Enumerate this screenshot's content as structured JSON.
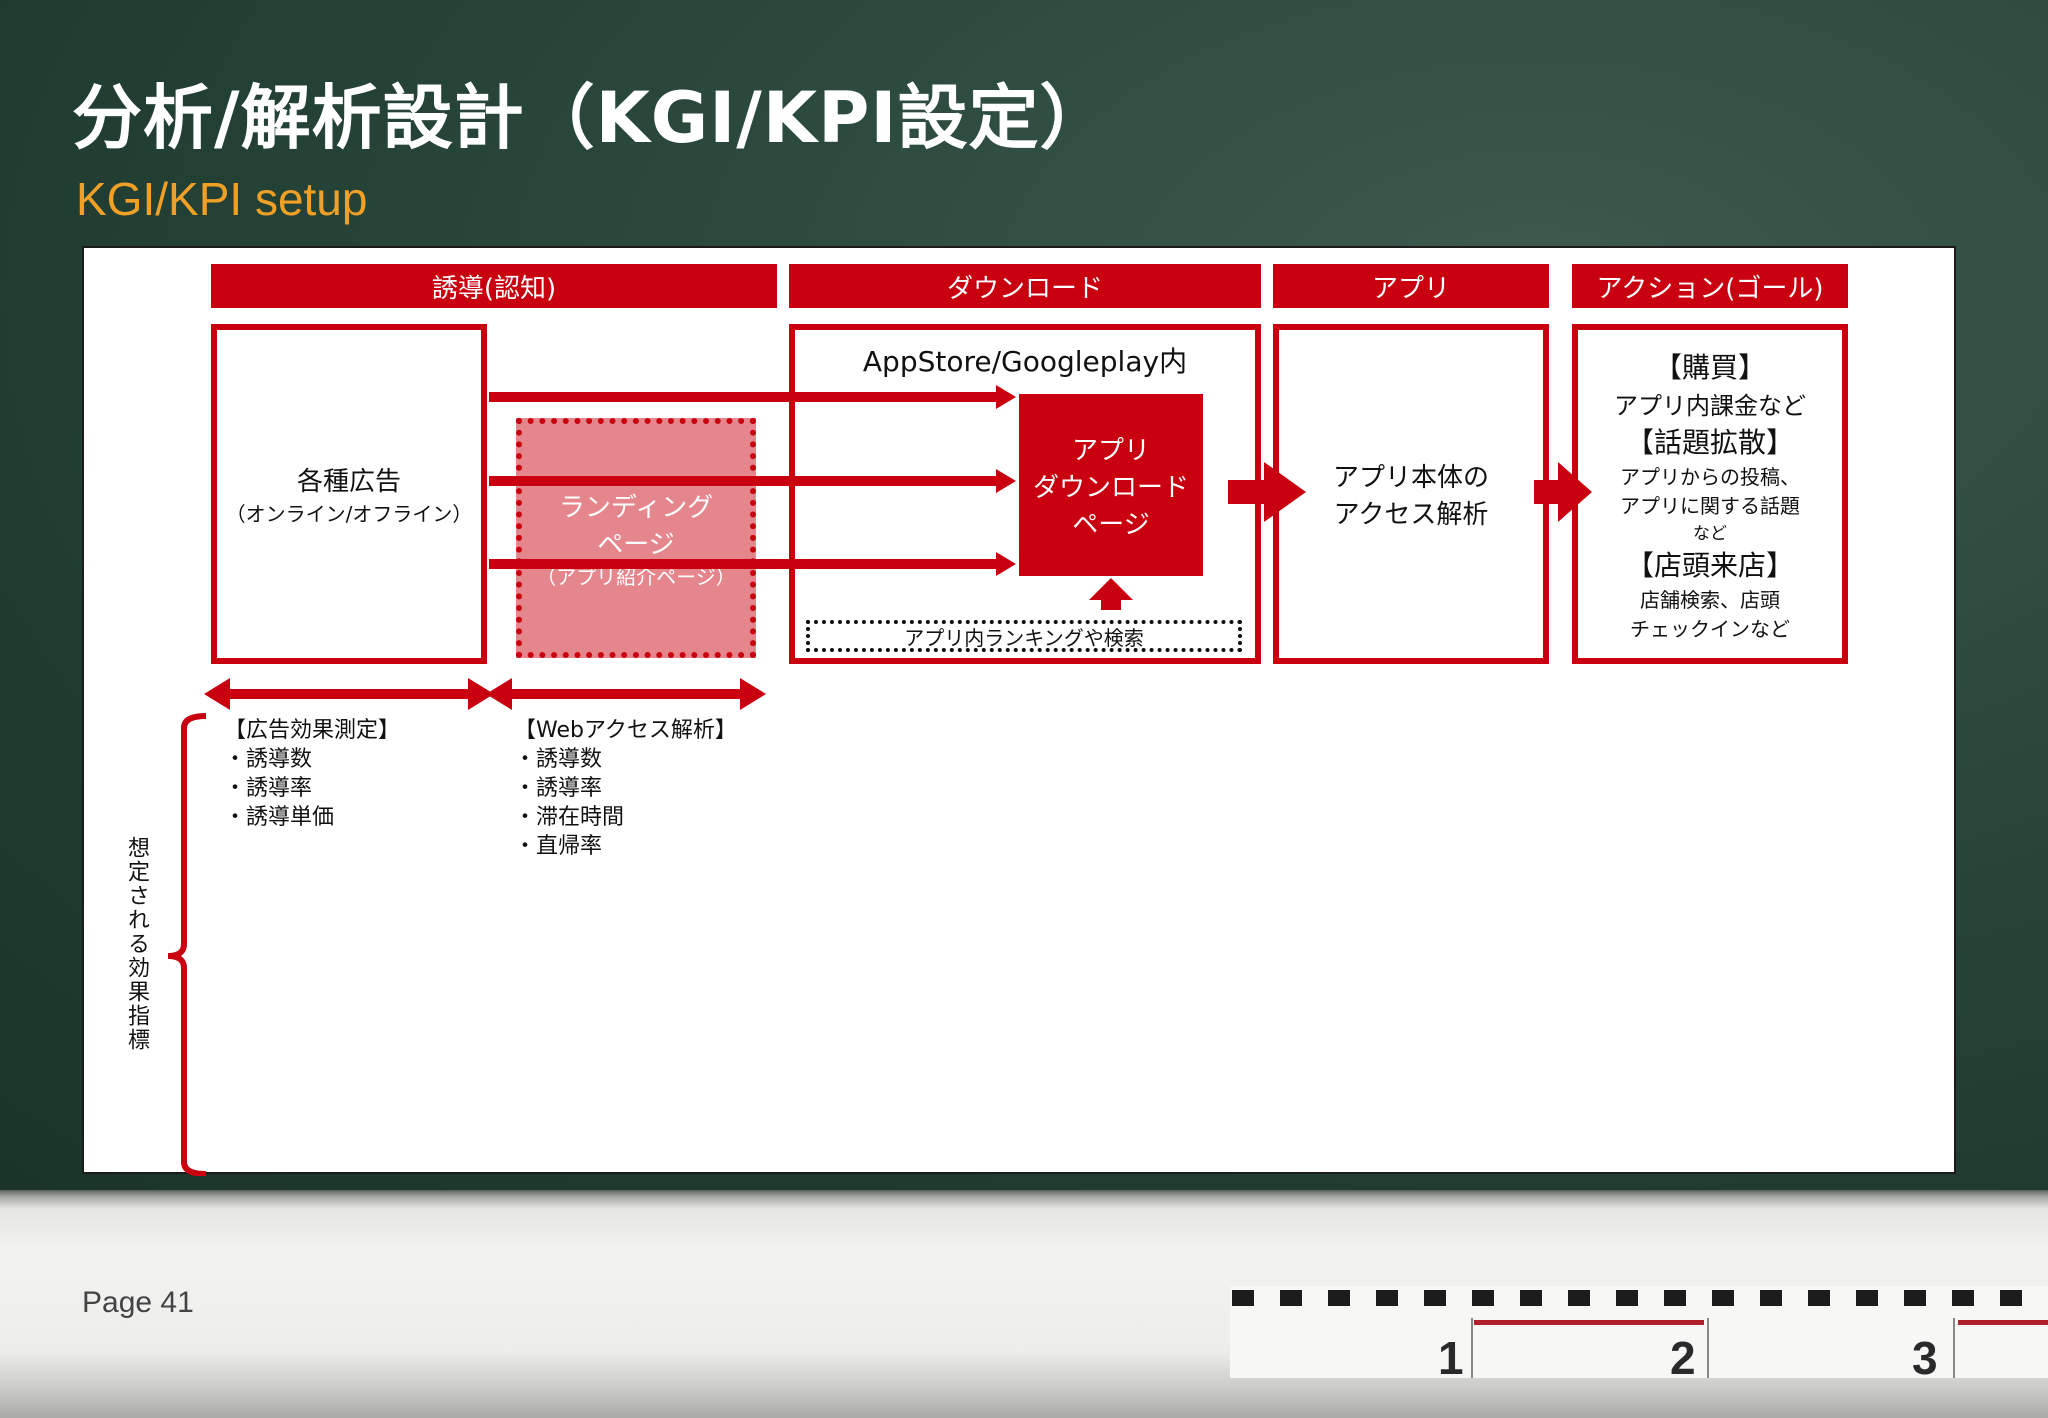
{
  "slide": {
    "title": "分析/解析設計（KGI/KPI設定）",
    "subtitle": "KGI/KPI setup",
    "page_label": "Page 41"
  },
  "colors": {
    "accent_red": "#c8000f",
    "subtitle_orange": "#f0a026",
    "board_green": "#2c4a3e"
  },
  "stages": [
    {
      "label": "誘導(認知)"
    },
    {
      "label": "ダウンロード"
    },
    {
      "label": "アプリ"
    },
    {
      "label": "アクション(ゴール)"
    }
  ],
  "boxes": {
    "ads": {
      "title": "各種広告",
      "sub": "（オンライン/オフライン）"
    },
    "landing": {
      "line1": "ランディング",
      "line2": "ページ",
      "sub": "（アプリ紹介ページ）"
    },
    "store": {
      "title": "AppStore/Googleplay内"
    },
    "download_page": {
      "line1": "アプリ",
      "line2": "ダウンロード",
      "line3": "ページ"
    },
    "ranking": {
      "label": "アプリ内ランキングや検索"
    },
    "app": {
      "line1": "アプリ本体の",
      "line2": "アクセス解析"
    },
    "action": {
      "h1": "【購買】",
      "l1": "アプリ内課金など",
      "h2": "【話題拡散】",
      "l2": "アプリからの投稿、",
      "l3": "アプリに関する話題",
      "l4": "など",
      "h3": "【店頭来店】",
      "l5": "店舗検索、店頭",
      "l6": "チェックインなど"
    }
  },
  "metrics": {
    "ad_effect": {
      "heading": "【広告効果測定】",
      "items": [
        "・誘導数",
        "・誘導率",
        "・誘導単価"
      ]
    },
    "web_access": {
      "heading": "【Webアクセス解析】",
      "items": [
        "・誘導数",
        "・誘導率",
        "・滞在時間",
        "・直帰率"
      ]
    }
  },
  "side_label": "想定される効果指標",
  "ruler": {
    "numbers": [
      "1",
      "2",
      "3"
    ]
  }
}
